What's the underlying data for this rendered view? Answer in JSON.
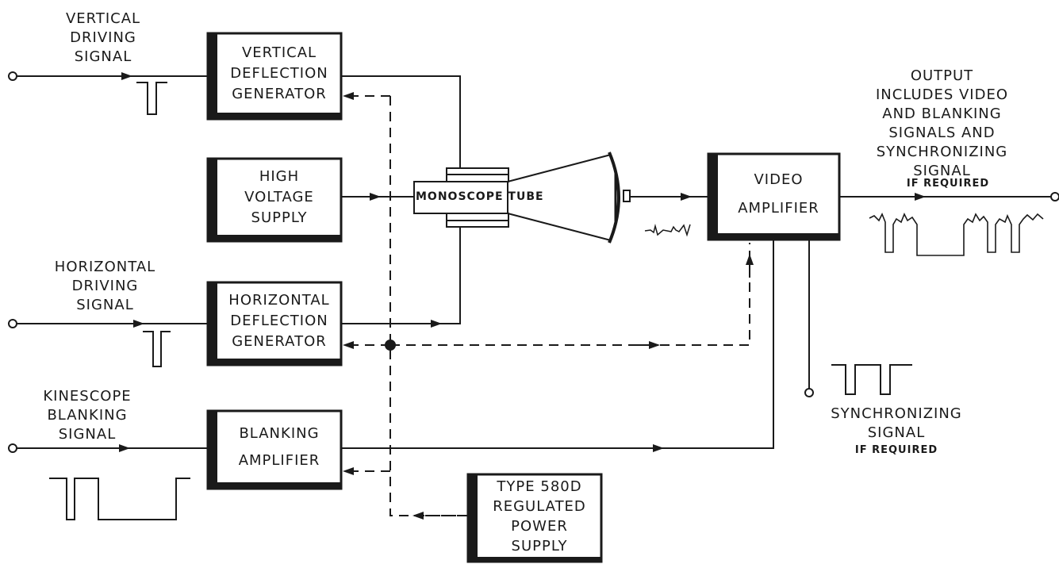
{
  "blocks": {
    "vertical_deflection": [
      "VERTICAL",
      "DEFLECTION",
      "GENERATOR"
    ],
    "high_voltage": [
      "HIGH",
      "VOLTAGE",
      "SUPPLY"
    ],
    "horizontal_deflection": [
      "HORIZONTAL",
      "DEFLECTION",
      "GENERATOR"
    ],
    "blanking_amplifier": [
      "BLANKING",
      "AMPLIFIER"
    ],
    "power_supply": [
      "TYPE 580D",
      "REGULATED",
      "POWER",
      "SUPPLY"
    ],
    "video_amplifier": [
      "VIDEO",
      "AMPLIFIER"
    ],
    "monoscope": "MONOSCOPE  TUBE"
  },
  "inputs": {
    "vertical": [
      "VERTICAL",
      "DRIVING",
      "SIGNAL"
    ],
    "horizontal": [
      "HORIZONTAL",
      "DRIVING",
      "SIGNAL"
    ],
    "kinescope": [
      "KINESCOPE",
      "BLANKING",
      "SIGNAL"
    ]
  },
  "outputs": {
    "main": [
      "OUTPUT",
      "INCLUDES VIDEO",
      "AND  BLANKING",
      "SIGNALS  AND",
      "SYNCHRONIZING",
      "SIGNAL"
    ],
    "main_note": "IF REQUIRED",
    "sync": [
      "SYNCHRONIZING",
      "SIGNAL"
    ],
    "sync_note": "IF  REQUIRED"
  },
  "colors": {
    "ink": "#1a1a1a",
    "paper": "#ffffff"
  }
}
